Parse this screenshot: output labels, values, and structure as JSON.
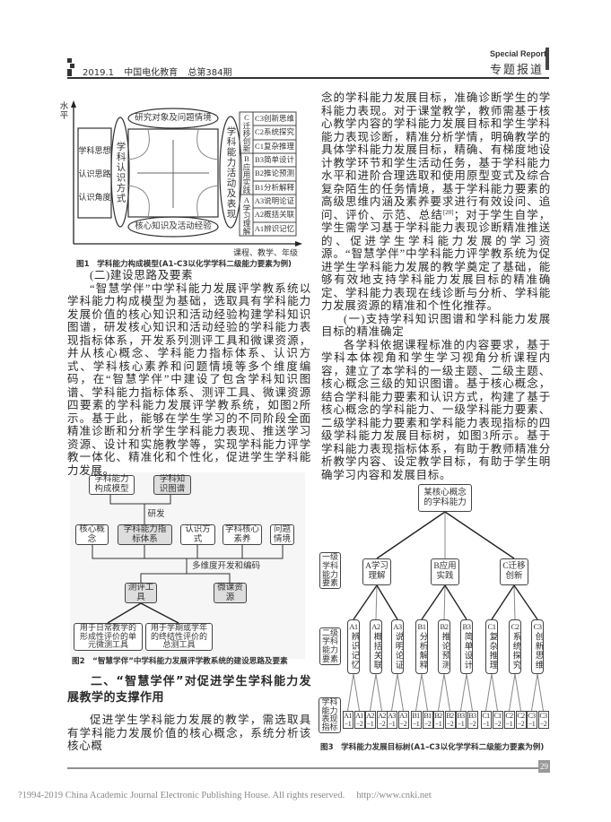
{
  "header": {
    "issue": "2019.1",
    "journal": "中国电化教育",
    "volume": "总第384期",
    "section_en": "Special Report",
    "section_cn": "专题报道"
  },
  "fig1": {
    "y_axis": "水平",
    "x_axis": "课程、教学、年级",
    "left_box": [
      "学科思想",
      "认识思路",
      "认识角度"
    ],
    "left_ellipse": "学科认识方式",
    "top_ellipse": "研究对象及问题情境",
    "bottom_ellipse": "核心知识及活动经验",
    "right_ellipse": "学科能力活动及表现",
    "groups": [
      {
        "label": "C迁移创新",
        "items": [
          "C3创新思维",
          "C2系统探究",
          "C1复杂推理"
        ]
      },
      {
        "label": "B应用实践",
        "items": [
          "B3简单设计",
          "B2推论预测",
          "B1分析解释"
        ]
      },
      {
        "label": "A学习理解",
        "items": [
          "A3说明论证",
          "A2概括关联",
          "A1辨识记忆"
        ]
      }
    ],
    "caption": "图1　学科能力构成模型(A1-C3以化学学科二级能力要素为例)"
  },
  "left": {
    "subheading": "(二)建设思路及要素",
    "para1": "“智慧学伴”中学科能力发展评学教系统以学科能力构成模型为基础，选取具有学科能力发展价值的核心知识和活动经验构建学科知识图谱，研发核心知识和活动经验的学科能力表现指标体系，开发系列测评工具和微课资源，并从核心概念、学科能力指标体系、认识方式、学科核心素养和问题情境等多个维度编码，在“智慧学伴”中建设了包含学科知识图谱、学科能力指标体系、测评工具、微课资源四要素的学科能力发展评学教系统，如图2所示。基于此，能够在学生学习的不同阶段全面精准诊断和分析学生学科能力表现、推送学习资源、设计和实施教学等，实现学科能力评学教一体化、精准化和个性化，促进学生学科能力发展。",
    "section_heading": "二、“智慧学伴”对促进学生学科能力发展教学的支撑作用",
    "para2": "促进学生学科能力发展的教学，需选取具有学科能力发展价值的核心概念，系统分析该核心概"
  },
  "fig2": {
    "top": [
      "学科能力构成模型",
      "学科知识图谱"
    ],
    "develop": "研发",
    "mid": [
      "核心概念",
      "学科能力指标体系",
      "认识方式",
      "学科核心素养",
      "问题情境"
    ],
    "encode": "多维度开发和编码",
    "tools": [
      "测评工具",
      "微课资源"
    ],
    "subtools": [
      "用于日常教学的形成性评价的单元微测工具",
      "用于学期或学年的终结性评价的总测工具"
    ],
    "caption": "图2　“智慧学伴”中学科能力发展评学教系统的建设思路及要素"
  },
  "right": {
    "para1a": "念的学科能力发展目标，准确诊断学生的学科能力表现。对于课堂教学，教师需基于核心教学内容的学科能力发展目标和学生学科能力表现诊断，精准分析学情，明确教学的具体学科能力发展目标，精确、有梯度地设计教学环节和学生活动任务，基于学科能力水平和进阶合理选取和使用原型变式及综合复杂陌生的任务情境，基于学科能力要素的高级思维内涵及素养要求进行有效设问、追问、评价、示范、总结",
    "cite": "[20]",
    "para1b": "；对于学生自学，学生需学习基于学科能力表现诊断精准推送的、促进学生学科能力发展的学习资源。“智慧学伴”中学科能力评学教系统为促进学生学科能力发展的教学奠定了基础，能够有效地支持学科能力发展目标的精准确定、学科能力表现在线诊断与分析、学科能力发展资源的精准和个性化推荐。",
    "subheading": "(一)支持学科知识图谱和学科能力发展目标的精准确定",
    "para2": "各学科依据课程标准的内容要求，基于学科本体视角和学生学习视角分析课程内容，建立了本学科的一级主题、二级主题、核心概念三级的知识图谱。基于核心概念，结合学科能力要素和认识方式，构建了基于核心概念的学科能力、一级学科能力要素、二级学科能力要素和学科能力表现指标的四级学科能力发展目标树，如图3所示。基于学科能力表现指标体系，有助于教师精准分析教学内容、设定教学目标，有助于学生明确学习内容和发展目标。"
  },
  "fig3": {
    "root": "某核心概念的学科能力",
    "level_labels": [
      "一级学科能力要素",
      "二级学科能力要素",
      "学科能力表现指标"
    ],
    "level1": [
      "A学习理解",
      "B应用实践",
      "C迁移创新"
    ],
    "level2": [
      {
        "code": "A1",
        "name": "辨识记忆"
      },
      {
        "code": "A2",
        "name": "概括关联"
      },
      {
        "code": "A3",
        "name": "说明论证"
      },
      {
        "code": "B1",
        "name": "分析解释"
      },
      {
        "code": "B2",
        "name": "推论预测"
      },
      {
        "code": "B3",
        "name": "简单设计"
      },
      {
        "code": "C1",
        "name": "复杂推理"
      },
      {
        "code": "C2",
        "name": "系统探究"
      },
      {
        "code": "C3",
        "name": "创新思维"
      }
    ],
    "level3": [
      [
        "A1",
        "−1"
      ],
      [
        "A1",
        "−2"
      ],
      [
        "A2",
        "−1"
      ],
      [
        "A2",
        "−2"
      ],
      [
        "A3",
        "−1"
      ],
      [
        "A3",
        "−2"
      ],
      [
        "B1",
        "−1"
      ],
      [
        "B1",
        "−2"
      ],
      [
        "B2",
        "−1"
      ],
      [
        "B2",
        "−2"
      ],
      [
        "B3",
        "−1"
      ],
      [
        "B3",
        "−2"
      ],
      [
        "C1",
        "−1"
      ],
      [
        "C1",
        "−2"
      ],
      [
        "C2",
        "−1"
      ],
      [
        "C2",
        "−2"
      ],
      [
        "C3",
        "−1"
      ],
      [
        "C3",
        "−2"
      ]
    ],
    "caption": "图3　学科能力发展目标树(A1–C3以化学学科二级能力要素为例)"
  },
  "footer": {
    "page": "29",
    "copyright": "?1994-2019 China Academic Journal Electronic Publishing House. All rights reserved.　 http://www.cnki.net"
  }
}
